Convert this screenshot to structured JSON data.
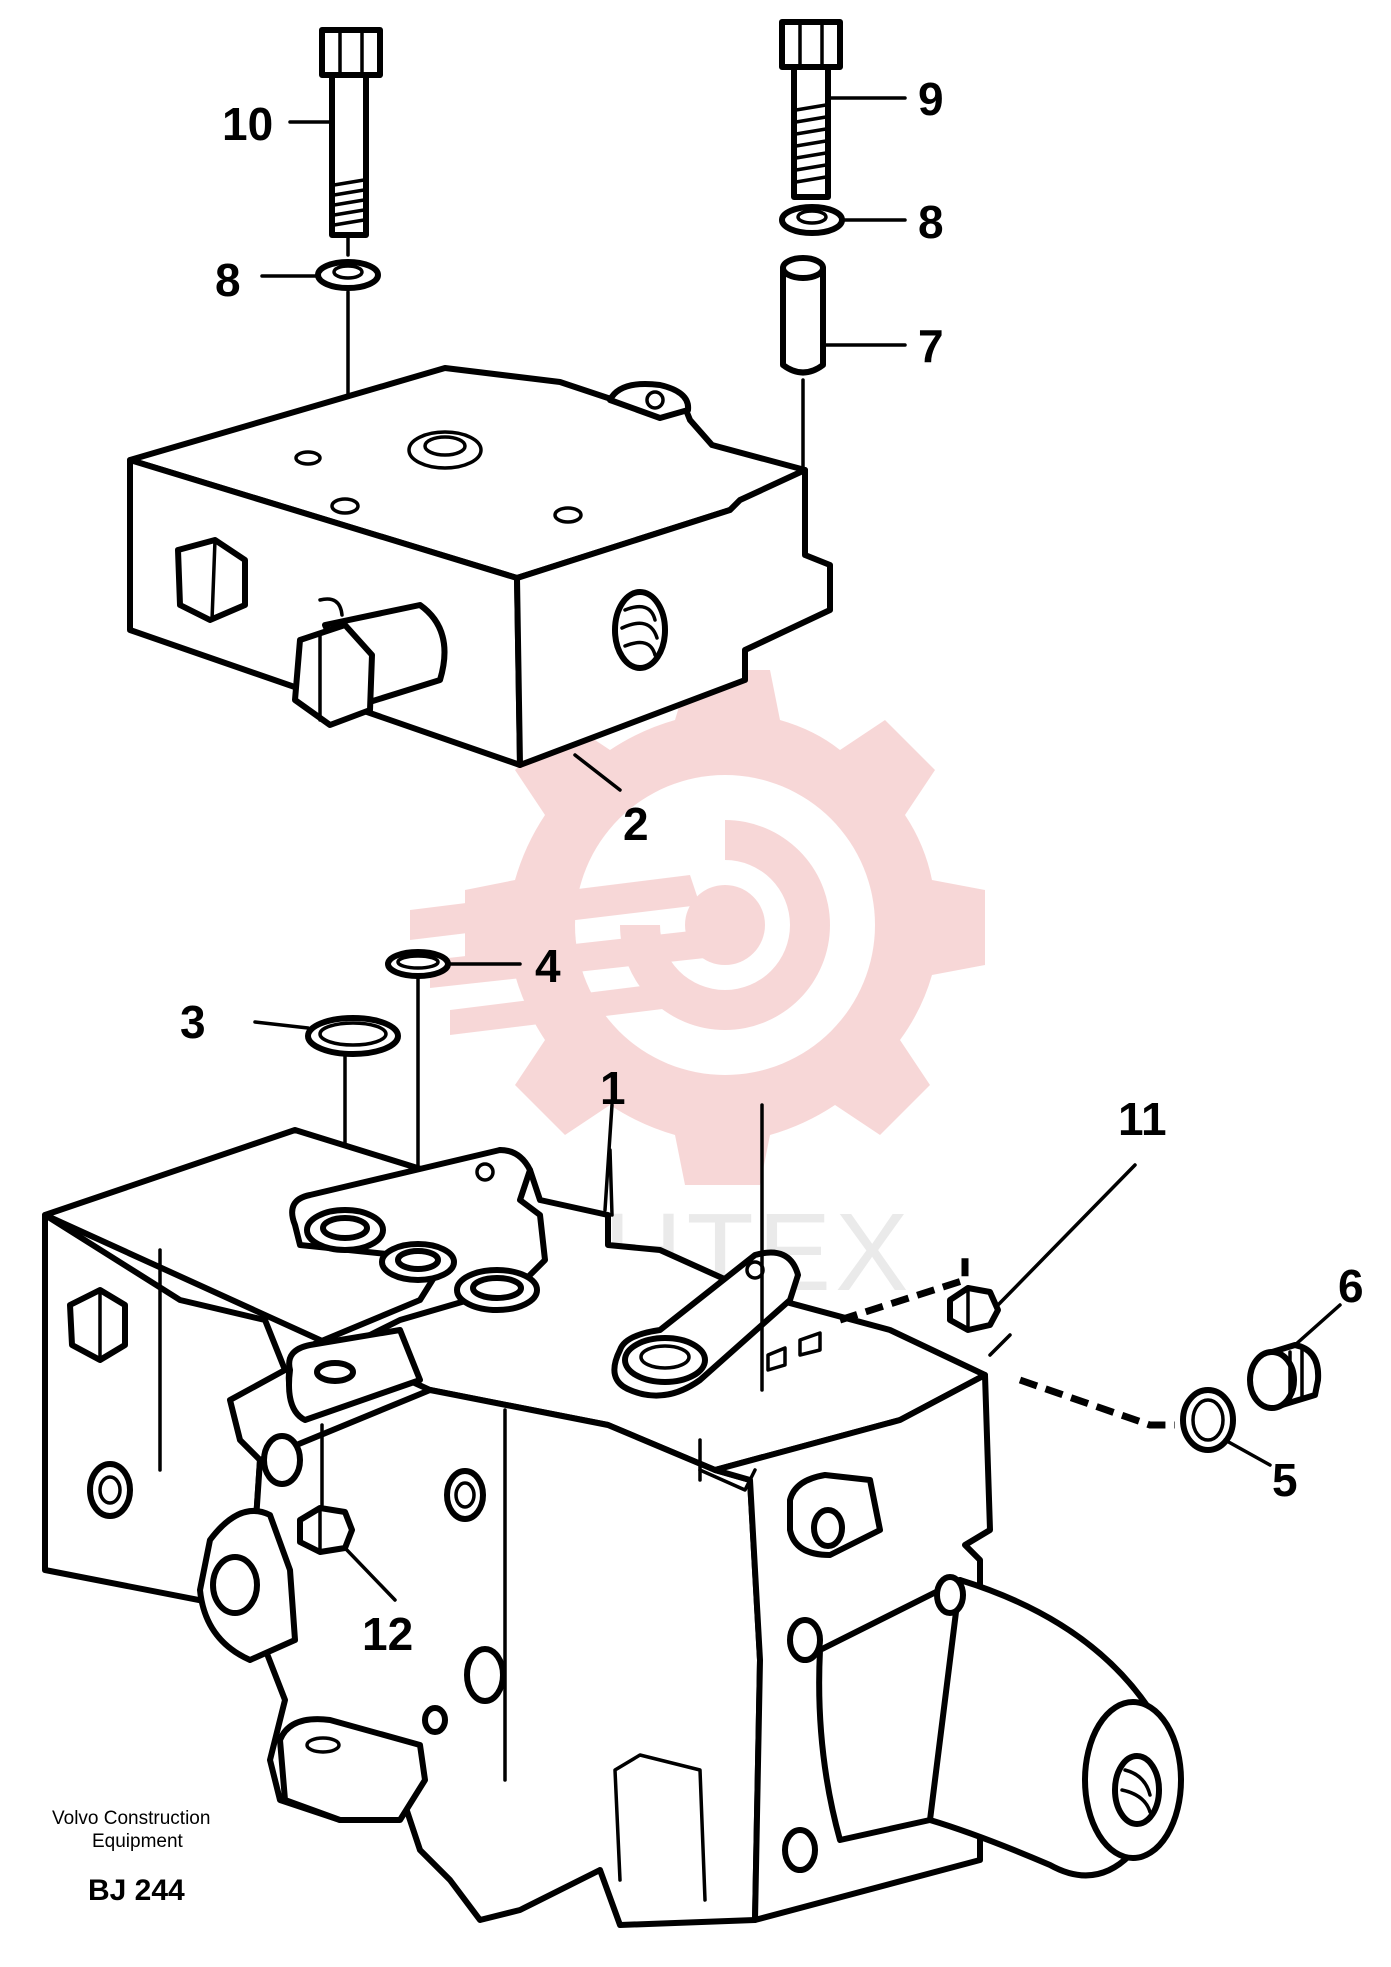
{
  "callouts": [
    {
      "id": "1",
      "text": "1"
    },
    {
      "id": "2",
      "text": "2"
    },
    {
      "id": "3",
      "text": "3"
    },
    {
      "id": "4",
      "text": "4"
    },
    {
      "id": "5",
      "text": "5"
    },
    {
      "id": "6",
      "text": "6"
    },
    {
      "id": "7",
      "text": "7"
    },
    {
      "id": "8a",
      "text": "8"
    },
    {
      "id": "8b",
      "text": "8"
    },
    {
      "id": "9",
      "text": "9"
    },
    {
      "id": "10",
      "text": "10"
    },
    {
      "id": "11",
      "text": "11"
    },
    {
      "id": "12",
      "text": "12"
    }
  ],
  "footer": {
    "line1": "Volvo Construction",
    "line2": "Equipment",
    "code": "BJ 244"
  },
  "watermark": {
    "text": "ИНТЕХ",
    "color": "#f2b8b8"
  }
}
